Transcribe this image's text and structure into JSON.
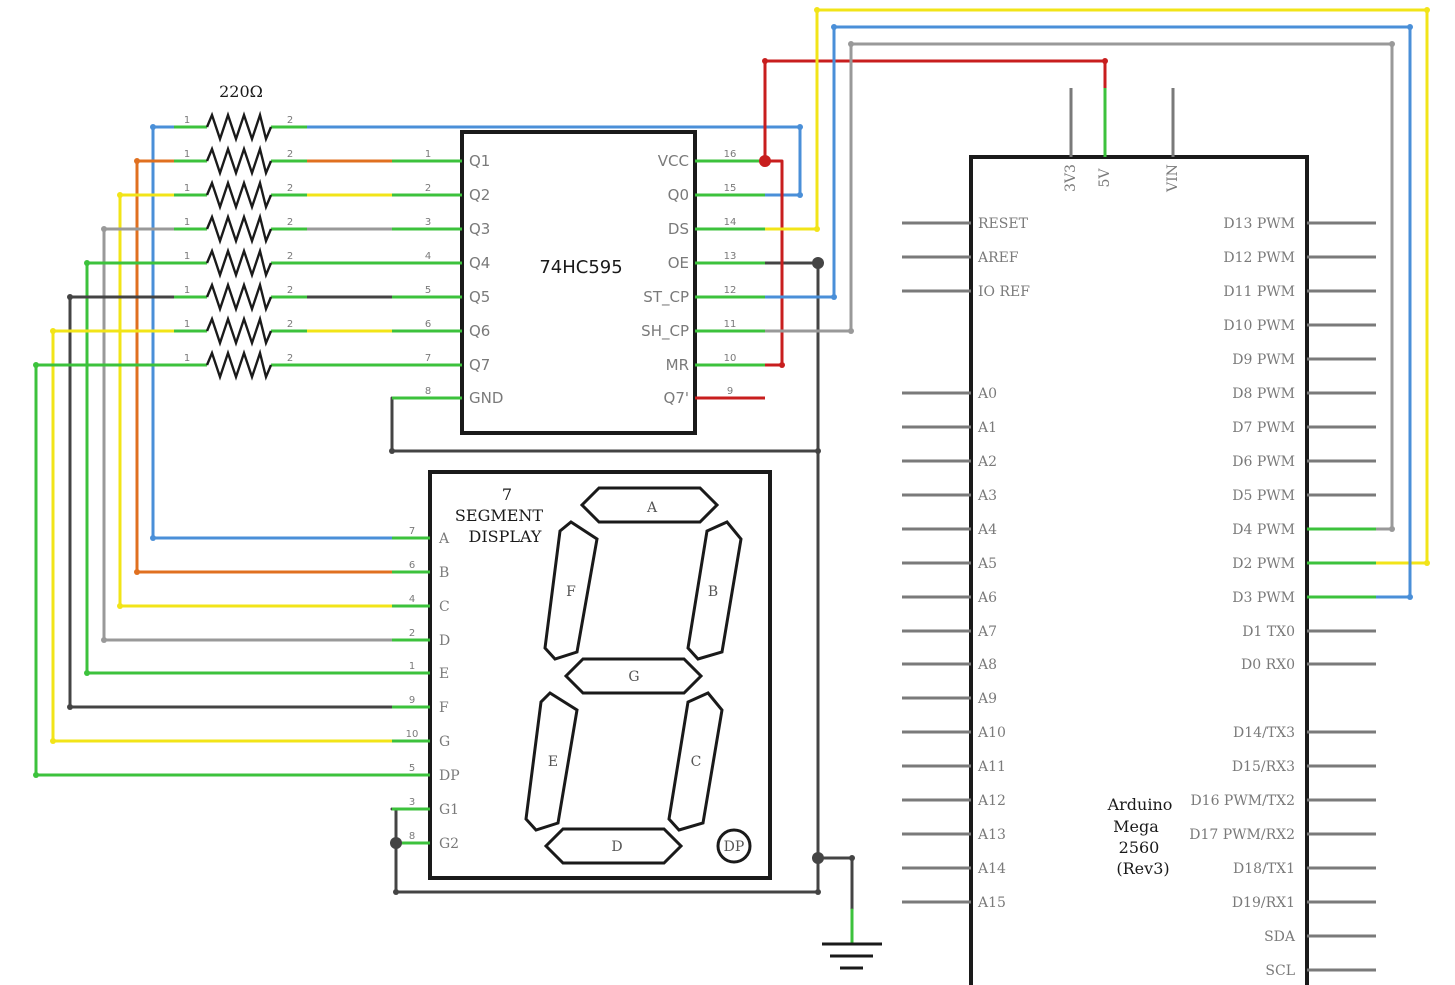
{
  "resistor": {
    "value": "220Ω",
    "pin1_label": "1",
    "pin2_label": "2"
  },
  "shift_register": {
    "name": "74HC595",
    "left_pins": [
      {
        "num": "1",
        "label": "Q1"
      },
      {
        "num": "2",
        "label": "Q2"
      },
      {
        "num": "3",
        "label": "Q3"
      },
      {
        "num": "4",
        "label": "Q4"
      },
      {
        "num": "5",
        "label": "Q5"
      },
      {
        "num": "6",
        "label": "Q6"
      },
      {
        "num": "7",
        "label": "Q7"
      },
      {
        "num": "8",
        "label": "GND"
      }
    ],
    "right_pins": [
      {
        "num": "16",
        "label": "VCC"
      },
      {
        "num": "15",
        "label": "Q0"
      },
      {
        "num": "14",
        "label": "DS"
      },
      {
        "num": "13",
        "label": "OE"
      },
      {
        "num": "12",
        "label": "ST_CP"
      },
      {
        "num": "11",
        "label": "SH_CP"
      },
      {
        "num": "10",
        "label": "MR"
      },
      {
        "num": "9",
        "label": "Q7'"
      }
    ]
  },
  "seven_segment": {
    "title_line1": "7",
    "title_line2": "SEGMENT",
    "title_line3": "DISPLAY",
    "pins": [
      {
        "num": "7",
        "label": "A"
      },
      {
        "num": "6",
        "label": "B"
      },
      {
        "num": "4",
        "label": "C"
      },
      {
        "num": "2",
        "label": "D"
      },
      {
        "num": "1",
        "label": "E"
      },
      {
        "num": "9",
        "label": "F"
      },
      {
        "num": "10",
        "label": "G"
      },
      {
        "num": "5",
        "label": "DP"
      },
      {
        "num": "3",
        "label": "G1"
      },
      {
        "num": "8",
        "label": "G2"
      }
    ],
    "segments": {
      "a": "A",
      "b": "B",
      "c": "C",
      "d": "D",
      "e": "E",
      "f": "F",
      "g": "G",
      "dp": "DP"
    }
  },
  "arduino": {
    "title_line1": "Arduino",
    "title_line2": "Mega",
    "title_line3": "2560",
    "title_line4": "(Rev3)",
    "top_pins": [
      "3V3",
      "5V",
      "VIN"
    ],
    "left_pins": [
      "RESET",
      "AREF",
      "IO REF",
      "A0",
      "A1",
      "A2",
      "A3",
      "A4",
      "A5",
      "A6",
      "A7",
      "A8",
      "A9",
      "A10",
      "A11",
      "A12",
      "A13",
      "A14",
      "A15"
    ],
    "right_pins": [
      "D13 PWM",
      "D12 PWM",
      "D11 PWM",
      "D10 PWM",
      "D9 PWM",
      "D8 PWM",
      "D7 PWM",
      "D6 PWM",
      "D5 PWM",
      "D4 PWM",
      "D2 PWM",
      "D3 PWM",
      "D1 TX0",
      "D0 RX0",
      "",
      "D14/TX3",
      "D15/RX3",
      "D16 PWM/TX2",
      "D17 PWM/RX2",
      "D18/TX1",
      "D19/RX1",
      "SDA",
      "SCL"
    ]
  },
  "colors": {
    "blue": "#4a8fd8",
    "orange": "#e07020",
    "yellow": "#f2e418",
    "gray": "#999999",
    "green": "#3cc23c",
    "dark": "#444444",
    "red": "#c81e1e",
    "pin_gray": "#7a7a7a",
    "outline": "#1a1a1a"
  }
}
